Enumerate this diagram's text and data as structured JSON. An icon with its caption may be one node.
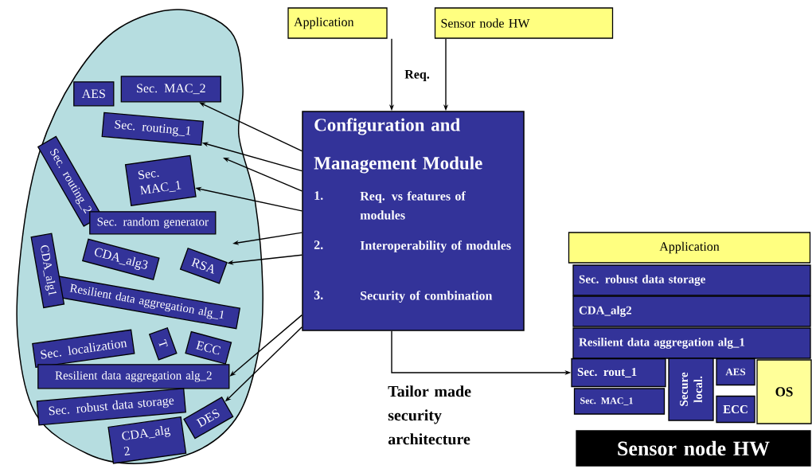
{
  "diagram": {
    "nodes": [
      {
        "text": [],
        "shape": "cloud"
      },
      {
        "text": [
          "Sec. MAC_2"
        ],
        "in": 0
      },
      {
        "text": [
          "AES"
        ],
        "in": 0
      },
      {
        "text": [
          "Sec. routing_1"
        ],
        "in": 0
      },
      {
        "text": [
          "Sec. MAC_1"
        ],
        "in": 0
      },
      {
        "text": [
          "Sec. routing_2"
        ],
        "in": 0
      },
      {
        "text": [
          "Resilient data aggregation alg_1"
        ],
        "in": 0
      },
      {
        "text": [
          "Sec. random generator"
        ],
        "in": 0
      },
      {
        "text": [
          "CDA_alg3"
        ],
        "in": 0
      },
      {
        "text": [
          "CDA_alg1"
        ],
        "in": 0
      },
      {
        "text": [
          "RSA"
        ],
        "in": 0
      },
      {
        "text": [
          "ECC"
        ],
        "in": 0
      },
      {
        "text": [
          "Sec. localization"
        ],
        "in": 0
      },
      {
        "text": [
          "T"
        ],
        "in": 0
      },
      {
        "text": [
          "Resilient data aggregation alg_2"
        ],
        "in": 0
      },
      {
        "text": [
          "DES"
        ],
        "in": 0
      },
      {
        "text": [
          "Sec. robust data storage"
        ],
        "in": 0
      },
      {
        "text": [
          "CDA_alg 2"
        ],
        "in": 0
      },
      {
        "text": [
          "Application"
        ]
      },
      {
        "text": [
          "Sensor node HW"
        ]
      },
      {
        "text": [
          "Configuration and Management Module",
          "1.",
          "Req. vs features of modules",
          "2.",
          "Interoperability of modules",
          "3.",
          "Security of combination"
        ]
      },
      {
        "text": [
          "Application"
        ]
      },
      {
        "text": [
          "Sec. robust data storage"
        ]
      },
      {
        "text": [
          "CDA_alg2"
        ]
      },
      {
        "text": [
          "Resilient data aggregation alg_1"
        ]
      },
      {
        "text": [
          "Sec. rout_1"
        ]
      },
      {
        "text": [
          "Sec. MAC_1"
        ]
      },
      {
        "text": [
          "Secure local."
        ]
      },
      {
        "text": [
          "AES"
        ]
      },
      {
        "text": [
          "ECC"
        ]
      },
      {
        "text": [
          "OS"
        ]
      },
      {
        "text": [
          "Sensor node HW"
        ]
      }
    ],
    "edges": [
      {
        "from": 18,
        "to": 20,
        "arrow": "to"
      },
      {
        "from": 19,
        "to": 20,
        "arrow": "to"
      },
      {
        "from": 20,
        "to": 1,
        "arrow": "to"
      },
      {
        "from": 20,
        "to": 3,
        "arrow": "to"
      },
      {
        "from": 20,
        "to": null,
        "arrow": "to"
      },
      {
        "from": 20,
        "to": 4,
        "arrow": "to"
      },
      {
        "from": 20,
        "to": null,
        "arrow": "to"
      },
      {
        "from": 20,
        "to": 10,
        "arrow": "to"
      },
      {
        "from": 20,
        "to": 15,
        "arrow": "to"
      },
      {
        "from": 20,
        "to": 14,
        "arrow": "to"
      },
      {
        "from": 20,
        "to": 25,
        "arrow": "to"
      }
    ],
    "labels": [
      "Req.",
      "Tailor made security architecture"
    ]
  }
}
